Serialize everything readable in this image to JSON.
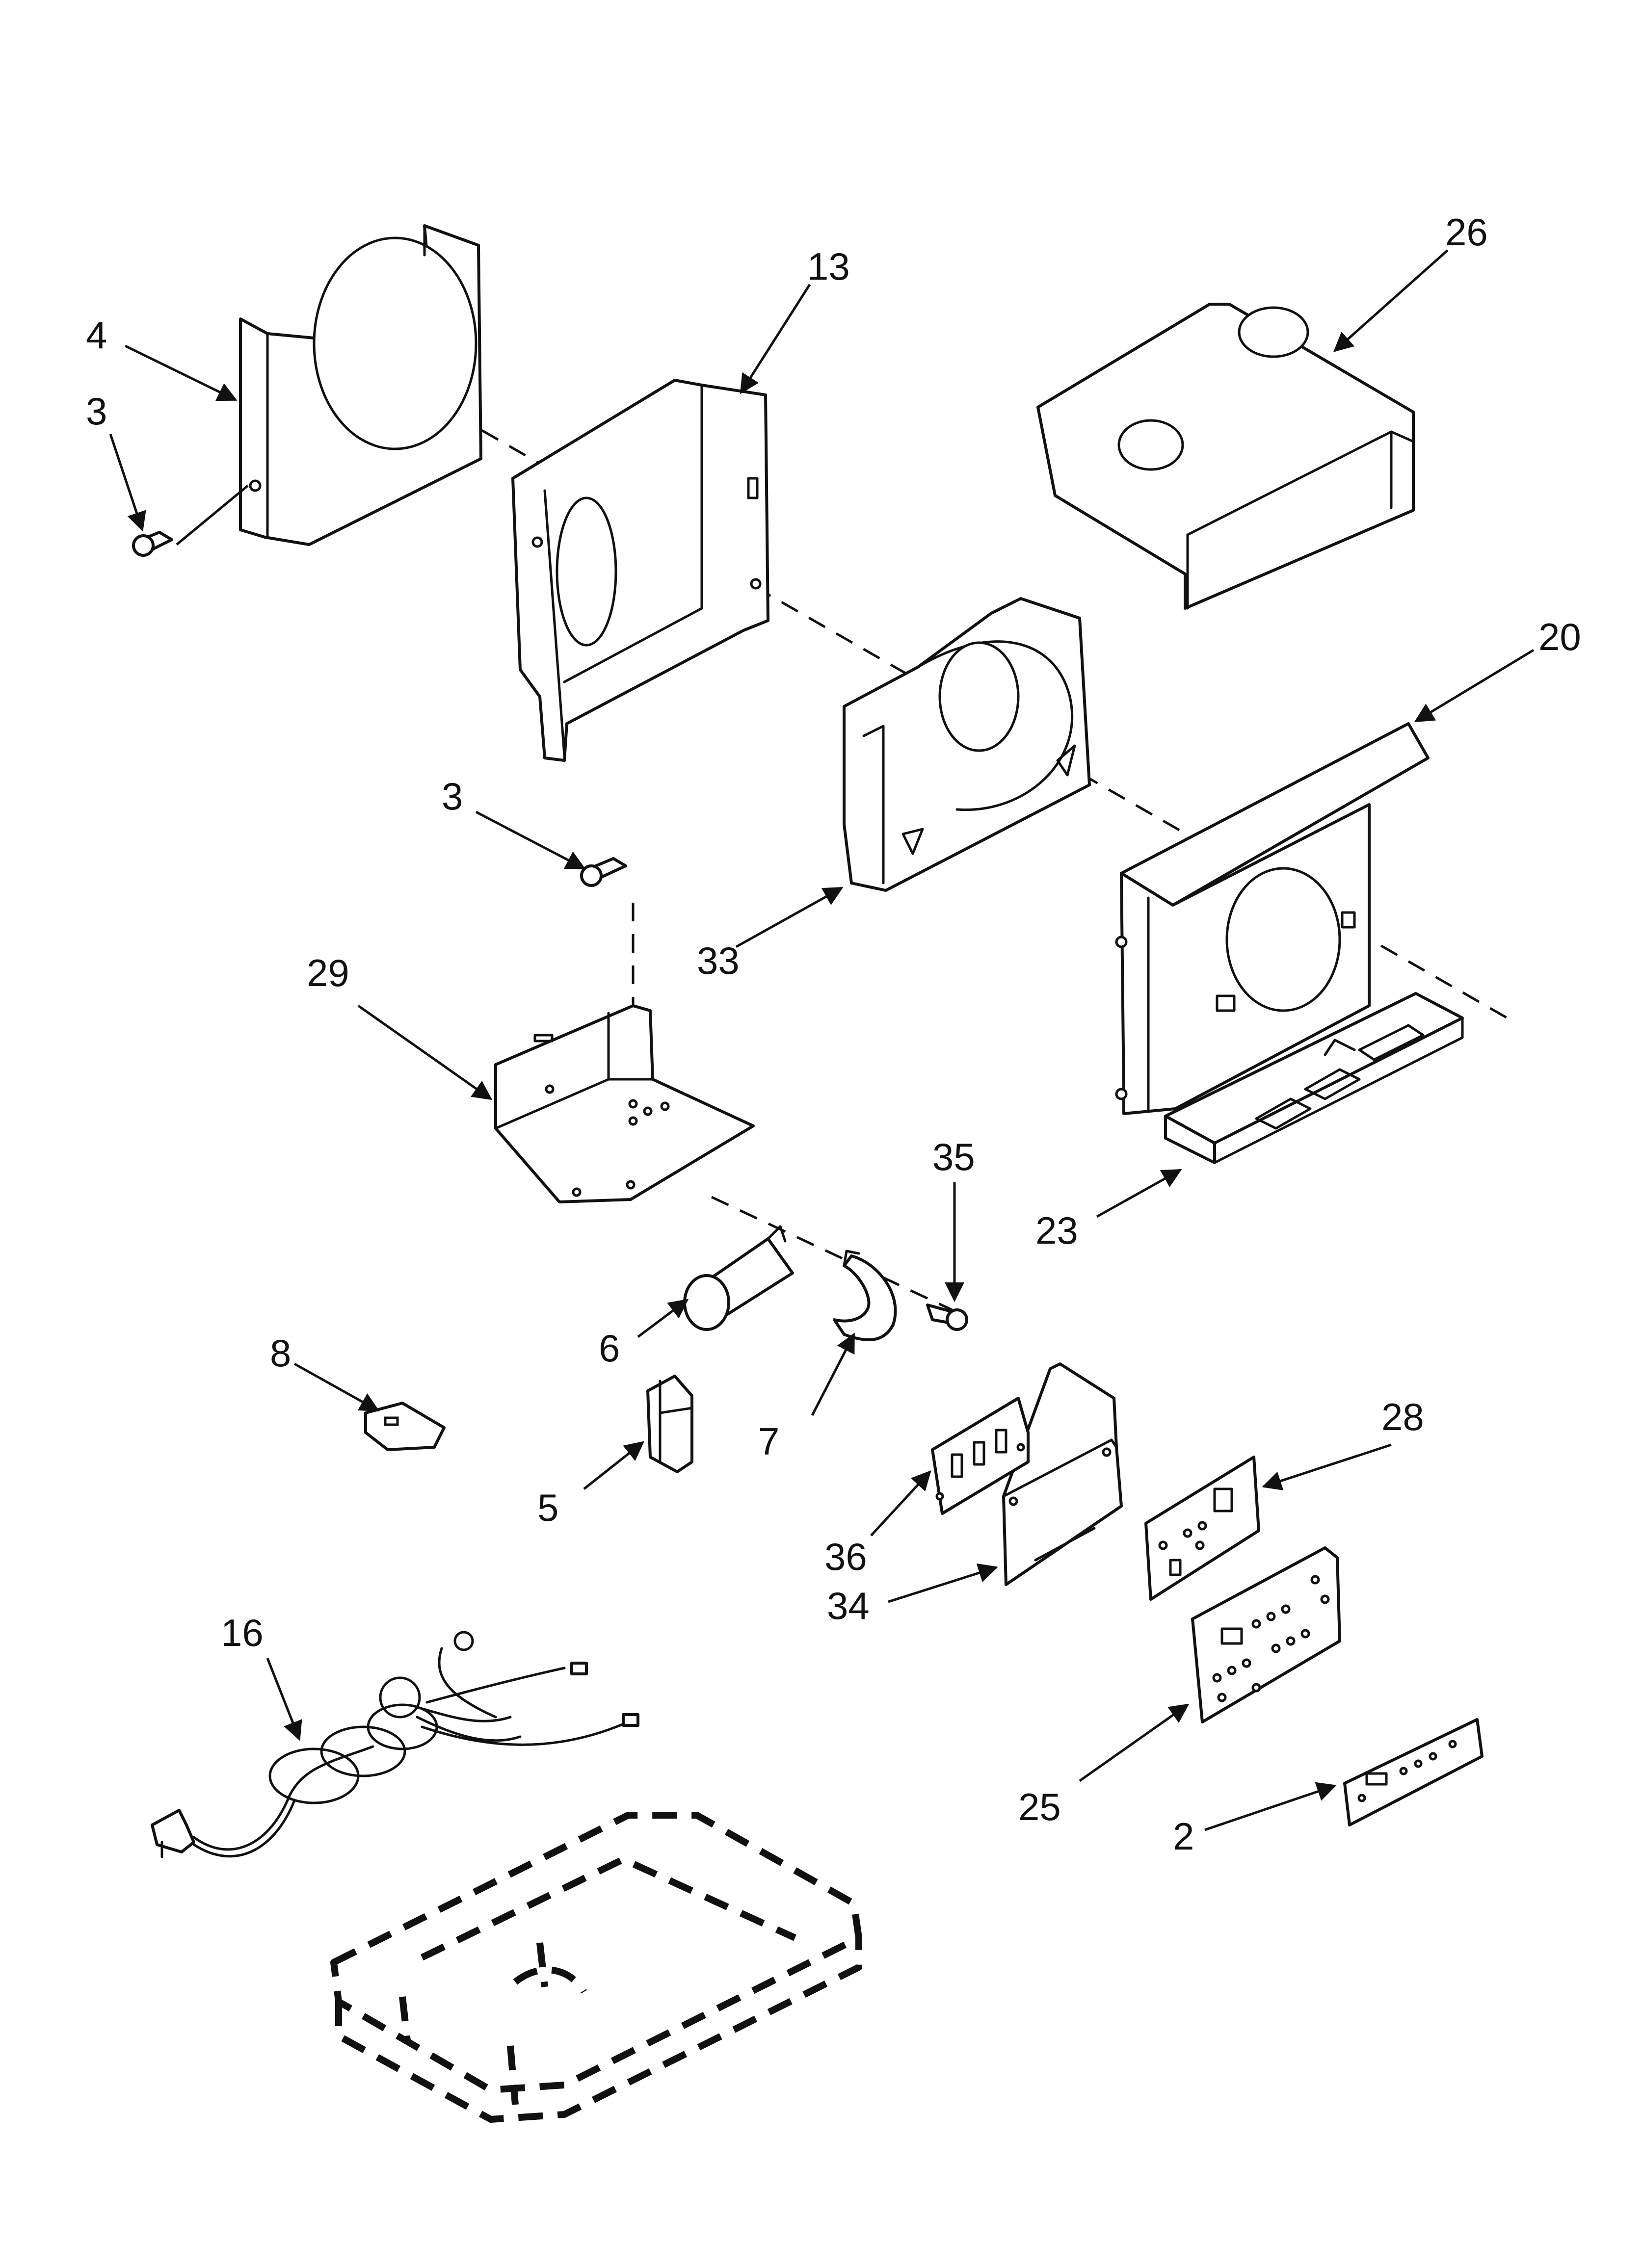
{
  "callouts": [
    {
      "id": "c4",
      "label": "4"
    },
    {
      "id": "c3a",
      "label": "3"
    },
    {
      "id": "c13",
      "label": "13"
    },
    {
      "id": "c26",
      "label": "26"
    },
    {
      "id": "c20",
      "label": "20"
    },
    {
      "id": "c3b",
      "label": "3"
    },
    {
      "id": "c33",
      "label": "33"
    },
    {
      "id": "c29",
      "label": "29"
    },
    {
      "id": "c35",
      "label": "35"
    },
    {
      "id": "c23",
      "label": "23"
    },
    {
      "id": "c8",
      "label": "8"
    },
    {
      "id": "c6",
      "label": "6"
    },
    {
      "id": "c7",
      "label": "7"
    },
    {
      "id": "c5",
      "label": "5"
    },
    {
      "id": "c28",
      "label": "28"
    },
    {
      "id": "c36",
      "label": "36"
    },
    {
      "id": "c34",
      "label": "34"
    },
    {
      "id": "c16",
      "label": "16"
    },
    {
      "id": "c25",
      "label": "25"
    },
    {
      "id": "c2",
      "label": "2"
    }
  ]
}
